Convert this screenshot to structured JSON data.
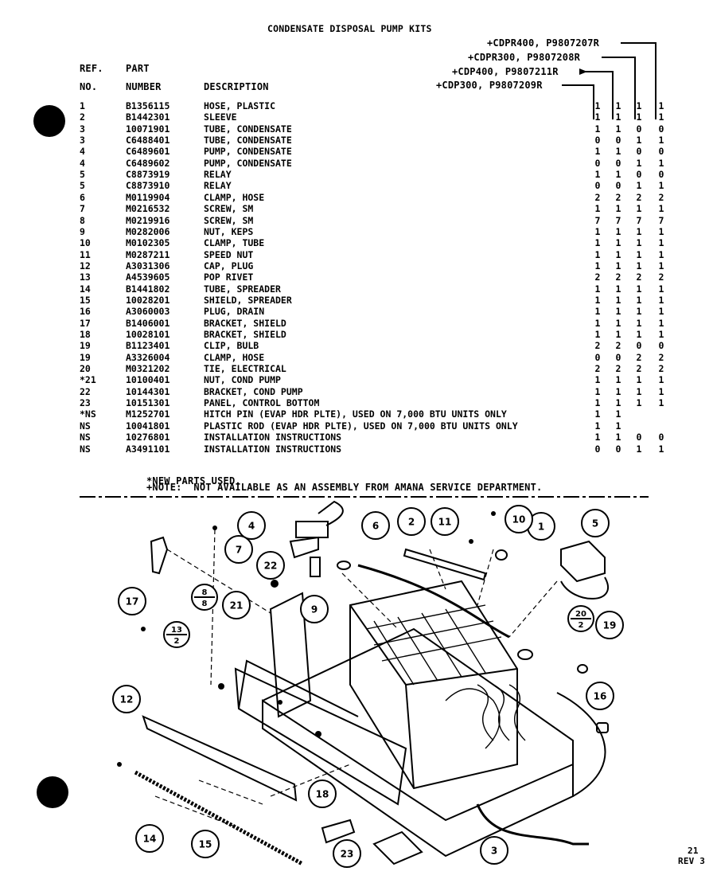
{
  "title": "CONDENSATE DISPOSAL PUMP KITS",
  "kits": [
    {
      "label": "+CDPR400, P9807207R"
    },
    {
      "label": "+CDPR300, P9807208R"
    },
    {
      "label": "+CDP400, P9807211R"
    },
    {
      "label": "+CDP300, P9807209R"
    }
  ],
  "headers": {
    "ref_line1": "REF.",
    "ref_line2": "NO.",
    "part_line1": "PART",
    "part_line2": "NUMBER",
    "description": "DESCRIPTION"
  },
  "rows": [
    {
      "ref": "1",
      "part": "B1356115",
      "desc": "HOSE, PLASTIC",
      "q": [
        "1",
        "1",
        "1",
        "1"
      ]
    },
    {
      "ref": "2",
      "part": "B1442301",
      "desc": "SLEEVE",
      "q": [
        "1",
        "1",
        "1",
        "1"
      ]
    },
    {
      "ref": "3",
      "part": "10071901",
      "desc": "TUBE, CONDENSATE",
      "q": [
        "1",
        "1",
        "0",
        "0"
      ]
    },
    {
      "ref": "3",
      "part": "C6488401",
      "desc": "TUBE, CONDENSATE",
      "q": [
        "0",
        "0",
        "1",
        "1"
      ]
    },
    {
      "ref": "4",
      "part": "C6489601",
      "desc": "PUMP, CONDENSATE",
      "q": [
        "1",
        "1",
        "0",
        "0"
      ]
    },
    {
      "ref": "4",
      "part": "C6489602",
      "desc": "PUMP, CONDENSATE",
      "q": [
        "0",
        "0",
        "1",
        "1"
      ]
    },
    {
      "ref": "5",
      "part": "C8873919",
      "desc": "RELAY",
      "q": [
        "1",
        "1",
        "0",
        "0"
      ]
    },
    {
      "ref": "5",
      "part": "C8873910",
      "desc": "RELAY",
      "q": [
        "0",
        "0",
        "1",
        "1"
      ]
    },
    {
      "ref": "6",
      "part": "M0119904",
      "desc": "CLAMP, HOSE",
      "q": [
        "2",
        "2",
        "2",
        "2"
      ]
    },
    {
      "ref": "7",
      "part": "M0216532",
      "desc": "SCREW, SM",
      "q": [
        "1",
        "1",
        "1",
        "1"
      ]
    },
    {
      "ref": "8",
      "part": "M0219916",
      "desc": "SCREW, SM",
      "q": [
        "7",
        "7",
        "7",
        "7"
      ]
    },
    {
      "ref": "9",
      "part": "M0282006",
      "desc": "NUT, KEPS",
      "q": [
        "1",
        "1",
        "1",
        "1"
      ]
    },
    {
      "ref": "10",
      "part": "M0102305",
      "desc": "CLAMP, TUBE",
      "q": [
        "1",
        "1",
        "1",
        "1"
      ]
    },
    {
      "ref": "11",
      "part": "M0287211",
      "desc": "SPEED NUT",
      "q": [
        "1",
        "1",
        "1",
        "1"
      ]
    },
    {
      "ref": "12",
      "part": "A3031306",
      "desc": "CAP, PLUG",
      "q": [
        "1",
        "1",
        "1",
        "1"
      ]
    },
    {
      "ref": "13",
      "part": "A4539605",
      "desc": "POP RIVET",
      "q": [
        "2",
        "2",
        "2",
        "2"
      ]
    },
    {
      "ref": "14",
      "part": "B1441802",
      "desc": "TUBE, SPREADER",
      "q": [
        "1",
        "1",
        "1",
        "1"
      ]
    },
    {
      "ref": "15",
      "part": "10028201",
      "desc": "SHIELD, SPREADER",
      "q": [
        "1",
        "1",
        "1",
        "1"
      ]
    },
    {
      "ref": "16",
      "part": "A3060003",
      "desc": "PLUG, DRAIN",
      "q": [
        "1",
        "1",
        "1",
        "1"
      ]
    },
    {
      "ref": "17",
      "part": "B1406001",
      "desc": "BRACKET, SHIELD",
      "q": [
        "1",
        "1",
        "1",
        "1"
      ]
    },
    {
      "ref": "18",
      "part": "10028101",
      "desc": "BRACKET, SHIELD",
      "q": [
        "1",
        "1",
        "1",
        "1"
      ]
    },
    {
      "ref": "19",
      "part": "B1123401",
      "desc": "CLIP, BULB",
      "q": [
        "2",
        "2",
        "0",
        "0"
      ]
    },
    {
      "ref": "19",
      "part": "A3326004",
      "desc": "CLAMP, HOSE",
      "q": [
        "0",
        "0",
        "2",
        "2"
      ]
    },
    {
      "ref": "20",
      "part": "M0321202",
      "desc": "TIE, ELECTRICAL",
      "q": [
        "2",
        "2",
        "2",
        "2"
      ]
    },
    {
      "ref": "*21",
      "part": "10100401",
      "desc": "NUT, COND PUMP",
      "q": [
        "1",
        "1",
        "1",
        "1"
      ]
    },
    {
      "ref": "22",
      "part": "10144301",
      "desc": "BRACKET, COND PUMP",
      "q": [
        "1",
        "1",
        "1",
        "1"
      ]
    },
    {
      "ref": "23",
      "part": "10151301",
      "desc": "PANEL, CONTROL BOTTOM",
      "q": [
        "1",
        "1",
        "1",
        "1"
      ]
    },
    {
      "ref": "*NS",
      "part": "M1252701",
      "desc": "HITCH PIN (EVAP HDR PLTE), USED ON 7,000 BTU UNITS ONLY",
      "q": [
        "1",
        "1",
        "",
        ""
      ]
    },
    {
      "ref": "NS",
      "part": "10041801",
      "desc": "PLASTIC ROD (EVAP HDR PLTE), USED ON 7,000 BTU UNITS ONLY",
      "q": [
        "1",
        "1",
        "",
        ""
      ]
    },
    {
      "ref": "NS",
      "part": "10276801",
      "desc": "INSTALLATION INSTRUCTIONS",
      "q": [
        "1",
        "1",
        "0",
        "0"
      ]
    },
    {
      "ref": "NS",
      "part": "A3491101",
      "desc": "INSTALLATION INSTRUCTIONS",
      "q": [
        "0",
        "0",
        "1",
        "1"
      ]
    }
  ],
  "notes": {
    "line1": "*NEW PARTS USED.",
    "line2": "+NOTE:  NOT AVAILABLE AS AN ASSEMBLY FROM AMANA SERVICE DEPARTMENT."
  },
  "callouts": [
    "1",
    "2",
    "3",
    "4",
    "5",
    "6",
    "7",
    "9",
    "10",
    "11",
    "12",
    "14",
    "15",
    "16",
    "17",
    "18",
    "19",
    "21",
    "22",
    "23"
  ],
  "fraction_callouts": [
    {
      "top": "8",
      "bottom": "8"
    },
    {
      "top": "13",
      "bottom": "2"
    },
    {
      "top": "20",
      "bottom": "2"
    }
  ],
  "page_number": "21",
  "revision": "REV 3"
}
